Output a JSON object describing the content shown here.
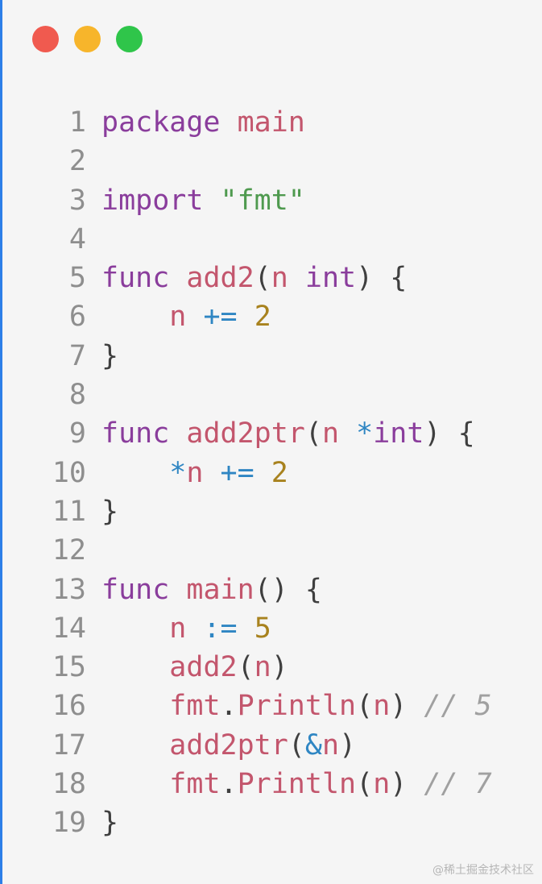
{
  "window": {
    "controls": [
      {
        "name": "close",
        "color": "#f05a4f"
      },
      {
        "name": "minimize",
        "color": "#f7b52b"
      },
      {
        "name": "maximize",
        "color": "#2fc54a"
      }
    ]
  },
  "token_colors": {
    "keyword": "#8a3d9c",
    "identifier": "#c3566d",
    "string": "#4f9a4f",
    "number": "#a8821e",
    "operator": "#2f86c3",
    "comment": "#a0a0a0",
    "punctuation": "#3f3f3f",
    "line_number": "#8e8e8e"
  },
  "code": {
    "language": "go",
    "lines": [
      {
        "number": "1",
        "tokens": [
          [
            "kw",
            "package"
          ],
          [
            "pn",
            " "
          ],
          [
            "fn",
            "main"
          ]
        ]
      },
      {
        "number": "2",
        "tokens": []
      },
      {
        "number": "3",
        "tokens": [
          [
            "kw",
            "import"
          ],
          [
            "pn",
            " "
          ],
          [
            "str",
            "\"fmt\""
          ]
        ]
      },
      {
        "number": "4",
        "tokens": []
      },
      {
        "number": "5",
        "tokens": [
          [
            "kw",
            "func"
          ],
          [
            "pn",
            " "
          ],
          [
            "fn",
            "add2"
          ],
          [
            "pn",
            "("
          ],
          [
            "fn",
            "n"
          ],
          [
            "pn",
            " "
          ],
          [
            "kw",
            "int"
          ],
          [
            "pn",
            ") {"
          ]
        ]
      },
      {
        "number": "6",
        "tokens": [
          [
            "pn",
            "    "
          ],
          [
            "fn",
            "n"
          ],
          [
            "pn",
            " "
          ],
          [
            "op",
            "+="
          ],
          [
            "pn",
            " "
          ],
          [
            "num",
            "2"
          ]
        ]
      },
      {
        "number": "7",
        "tokens": [
          [
            "pn",
            "}"
          ]
        ]
      },
      {
        "number": "8",
        "tokens": []
      },
      {
        "number": "9",
        "tokens": [
          [
            "kw",
            "func"
          ],
          [
            "pn",
            " "
          ],
          [
            "fn",
            "add2ptr"
          ],
          [
            "pn",
            "("
          ],
          [
            "fn",
            "n"
          ],
          [
            "pn",
            " "
          ],
          [
            "op",
            "*"
          ],
          [
            "kw",
            "int"
          ],
          [
            "pn",
            ") {"
          ]
        ]
      },
      {
        "number": "10",
        "tokens": [
          [
            "pn",
            "    "
          ],
          [
            "op",
            "*"
          ],
          [
            "fn",
            "n"
          ],
          [
            "pn",
            " "
          ],
          [
            "op",
            "+="
          ],
          [
            "pn",
            " "
          ],
          [
            "num",
            "2"
          ]
        ]
      },
      {
        "number": "11",
        "tokens": [
          [
            "pn",
            "}"
          ]
        ]
      },
      {
        "number": "12",
        "tokens": []
      },
      {
        "number": "13",
        "tokens": [
          [
            "kw",
            "func"
          ],
          [
            "pn",
            " "
          ],
          [
            "fn",
            "main"
          ],
          [
            "pn",
            "() {"
          ]
        ]
      },
      {
        "number": "14",
        "tokens": [
          [
            "pn",
            "    "
          ],
          [
            "fn",
            "n"
          ],
          [
            "pn",
            " "
          ],
          [
            "op",
            ":="
          ],
          [
            "pn",
            " "
          ],
          [
            "num",
            "5"
          ]
        ]
      },
      {
        "number": "15",
        "tokens": [
          [
            "pn",
            "    "
          ],
          [
            "fn",
            "add2"
          ],
          [
            "pn",
            "("
          ],
          [
            "fn",
            "n"
          ],
          [
            "pn",
            ")"
          ]
        ]
      },
      {
        "number": "16",
        "tokens": [
          [
            "pn",
            "    "
          ],
          [
            "fn",
            "fmt"
          ],
          [
            "pn",
            "."
          ],
          [
            "fn",
            "Println"
          ],
          [
            "pn",
            "("
          ],
          [
            "fn",
            "n"
          ],
          [
            "pn",
            ")"
          ],
          [
            "pn",
            " "
          ],
          [
            "cm",
            "// 5"
          ]
        ]
      },
      {
        "number": "17",
        "tokens": [
          [
            "pn",
            "    "
          ],
          [
            "fn",
            "add2ptr"
          ],
          [
            "pn",
            "("
          ],
          [
            "op",
            "&"
          ],
          [
            "fn",
            "n"
          ],
          [
            "pn",
            ")"
          ]
        ]
      },
      {
        "number": "18",
        "tokens": [
          [
            "pn",
            "    "
          ],
          [
            "fn",
            "fmt"
          ],
          [
            "pn",
            "."
          ],
          [
            "fn",
            "Println"
          ],
          [
            "pn",
            "("
          ],
          [
            "fn",
            "n"
          ],
          [
            "pn",
            ")"
          ],
          [
            "pn",
            " "
          ],
          [
            "cm",
            "// 7"
          ]
        ]
      },
      {
        "number": "19",
        "tokens": [
          [
            "pn",
            "}"
          ]
        ]
      }
    ]
  },
  "watermark": "@稀土掘金技术社区"
}
